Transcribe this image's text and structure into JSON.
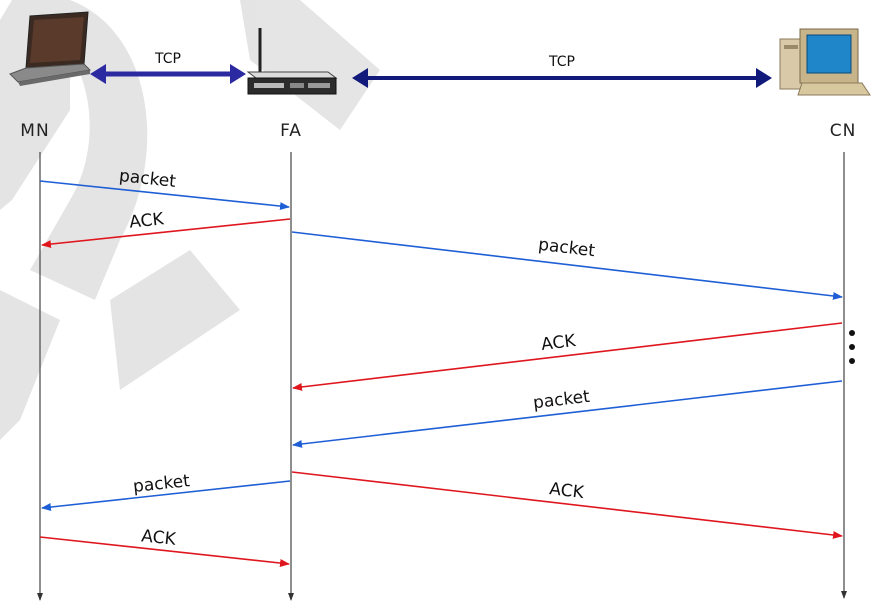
{
  "nodes": {
    "mn": {
      "label": "MN",
      "icon": "laptop-icon"
    },
    "fa": {
      "label": "FA",
      "icon": "router-icon"
    },
    "cn": {
      "label": "CN",
      "icon": "desktop-computer-icon"
    }
  },
  "connections": {
    "mn_fa": {
      "label": "TCP"
    },
    "fa_cn": {
      "label": "TCP"
    }
  },
  "messages": [
    {
      "from": "MN",
      "to": "FA",
      "label": "packet",
      "kind": "packet"
    },
    {
      "from": "FA",
      "to": "MN",
      "label": "ACK",
      "kind": "ack"
    },
    {
      "from": "FA",
      "to": "CN",
      "label": "packet",
      "kind": "packet"
    },
    {
      "from": "CN",
      "to": "FA",
      "label": "ACK",
      "kind": "ack"
    },
    {
      "from": "CN",
      "to": "FA",
      "label": "packet",
      "kind": "packet"
    },
    {
      "from": "FA",
      "to": "MN",
      "label": "packet",
      "kind": "packet"
    },
    {
      "from": "FA",
      "to": "CN",
      "label": "ACK",
      "kind": "ack"
    },
    {
      "from": "MN",
      "to": "FA",
      "label": "ACK",
      "kind": "ack"
    }
  ],
  "colors": {
    "packet": "#1f5fd6",
    "ack": "#e0161e",
    "tcp_link": "#2b2aa0",
    "lifeline": "#444444",
    "watermark": "#bdbdbd"
  }
}
